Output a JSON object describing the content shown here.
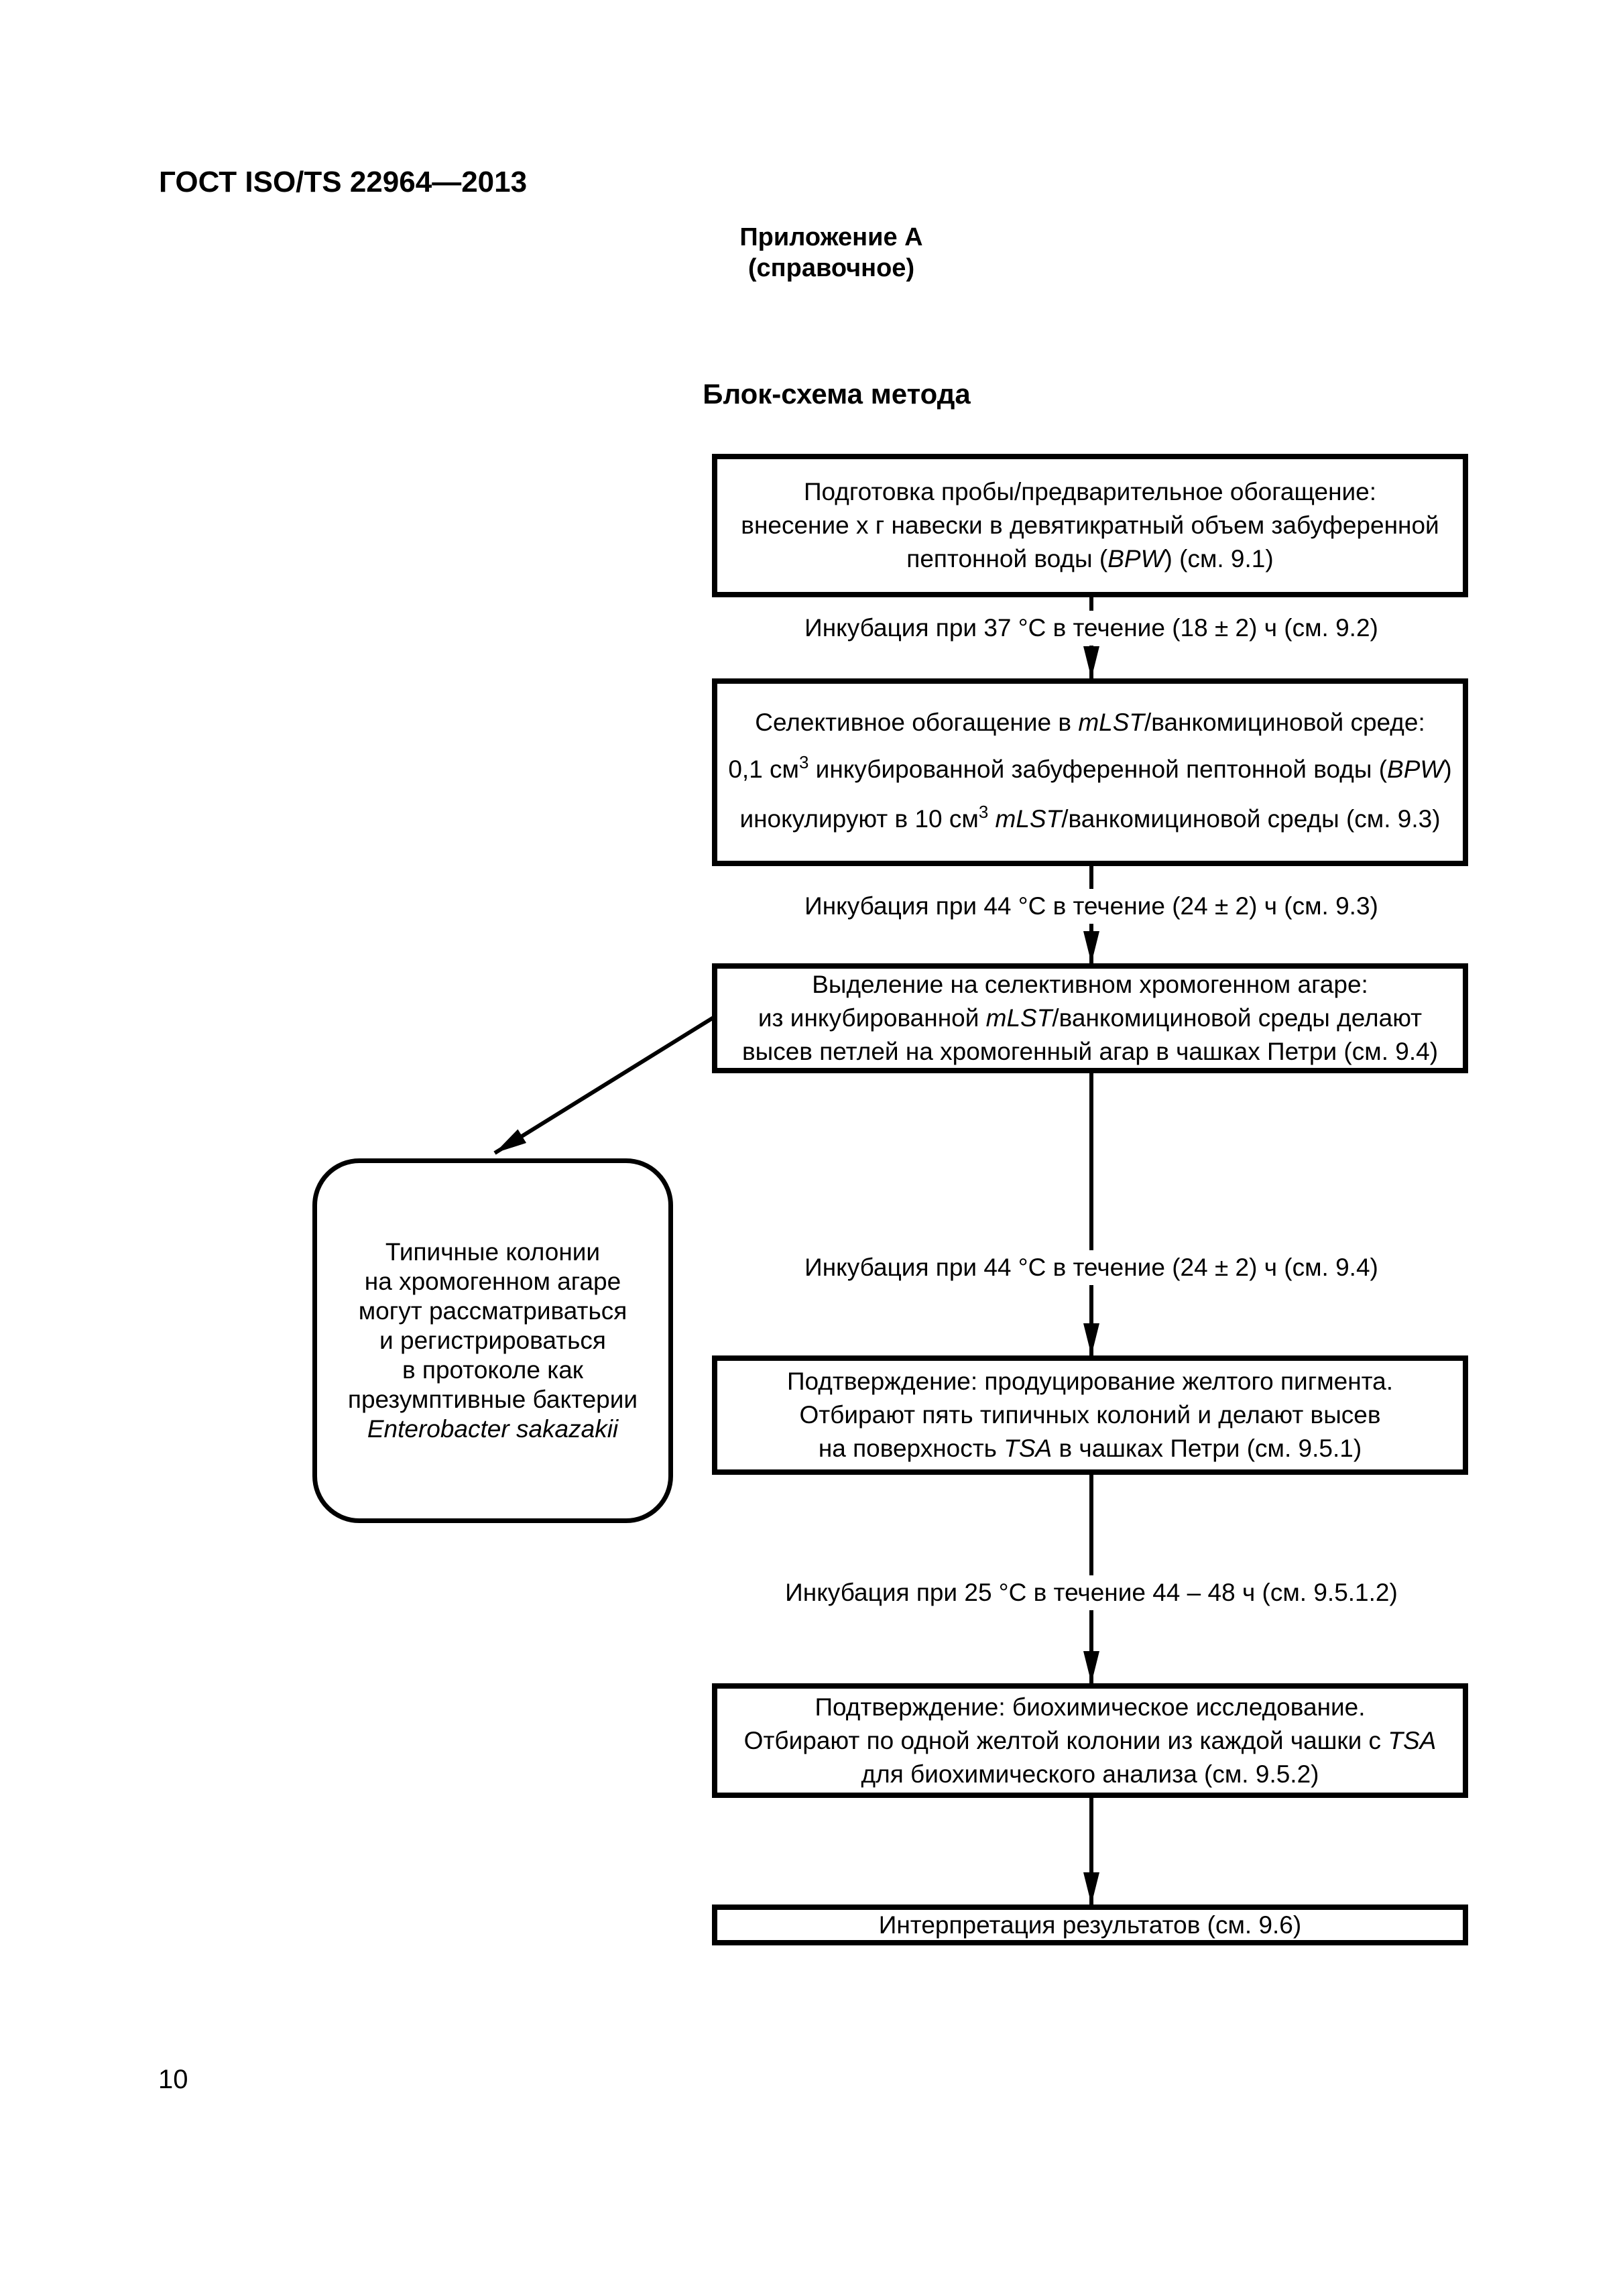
{
  "page": {
    "header": "ГОСТ ISO/TS 22964—2013",
    "page_number": "10"
  },
  "appendix": {
    "title": "Приложение А",
    "subtitle": "(справочное)"
  },
  "diagram": {
    "title": "Блок-схема метода",
    "boxes": [
      {
        "name": "sample-preparation",
        "lines": [
          [
            {
              "t": "Подготовка пробы/предварительное обогащение:"
            }
          ],
          [
            {
              "t": "внесение х г навески в девятикратный объем забуференной"
            }
          ],
          [
            {
              "t": "пептонной воды ("
            },
            {
              "t": "BPW",
              "i": true
            },
            {
              "t": ") (см. 9.1)"
            }
          ]
        ]
      },
      {
        "name": "selective-enrichment",
        "lines": [
          [
            {
              "t": "Селективное обогащение в "
            },
            {
              "t": "mLST",
              "i": true
            },
            {
              "t": "/ванкомициновой среде:"
            }
          ],
          [
            {
              "t": "0,1 см"
            },
            {
              "t": "3",
              "s": true
            },
            {
              "t": " инкубированной забуференной пептонной воды ("
            },
            {
              "t": "BPW",
              "i": true
            },
            {
              "t": ")"
            }
          ],
          [
            {
              "t": "инокулируют в 10 см"
            },
            {
              "t": "3",
              "s": true
            },
            {
              "t": " "
            },
            {
              "t": "mLST",
              "i": true
            },
            {
              "t": "/ванкомициновой среды (см. 9.3)"
            }
          ]
        ]
      },
      {
        "name": "isolation-chromogenic-agar",
        "lines": [
          [
            {
              "t": "Выделение на селективном хромогенном агаре:"
            }
          ],
          [
            {
              "t": "из инкубированной "
            },
            {
              "t": "mLST",
              "i": true
            },
            {
              "t": "/ванкомициновой среды делают"
            }
          ],
          [
            {
              "t": "высев петлей на хромогенный агар в чашках Петри (см. 9.4)"
            }
          ]
        ]
      },
      {
        "name": "confirmation-yellow-pigment",
        "lines": [
          [
            {
              "t": "Подтверждение: продуцирование желтого пигмента."
            }
          ],
          [
            {
              "t": "Отбирают пять типичных колоний и делают высев"
            }
          ],
          [
            {
              "t": "на поверхность "
            },
            {
              "t": "TSA",
              "i": true
            },
            {
              "t": " в чашках Петри (см. 9.5.1)"
            }
          ]
        ]
      },
      {
        "name": "confirmation-biochemical",
        "lines": [
          [
            {
              "t": "Подтверждение: биохимическое исследование."
            }
          ],
          [
            {
              "t": "Отбирают по одной желтой колонии из каждой чашки с "
            },
            {
              "t": "TSA",
              "i": true
            }
          ],
          [
            {
              "t": "для биохимического анализа (см. 9.5.2)"
            }
          ]
        ]
      },
      {
        "name": "interpretation",
        "lines": [
          [
            {
              "t": "Интерпретация результатов (см. 9.6)"
            }
          ]
        ]
      }
    ],
    "side_note": {
      "lines": [
        [
          {
            "t": "Типичные колонии"
          }
        ],
        [
          {
            "t": "на хромогенном агаре"
          }
        ],
        [
          {
            "t": "могут рассматриваться"
          }
        ],
        [
          {
            "t": "и регистрироваться"
          }
        ],
        [
          {
            "t": "в протоколе как"
          }
        ],
        [
          {
            "t": "презумптивные бактерии"
          }
        ],
        [
          {
            "t": "Enterobacter sakazakii",
            "i": true
          }
        ]
      ]
    },
    "edge_labels": [
      "Инкубация при 37 °С в течение (18 ± 2) ч (см. 9.2)",
      "Инкубация при 44 °С в течение (24 ± 2) ч (см. 9.3)",
      "Инкубация при 44 °С в течение (24 ± 2) ч (см. 9.4)",
      "Инкубация при 25 °С в течение 44 – 48 ч (см. 9.5.1.2)"
    ]
  },
  "colors": {
    "ink": "#000000",
    "paper": "#ffffff"
  }
}
